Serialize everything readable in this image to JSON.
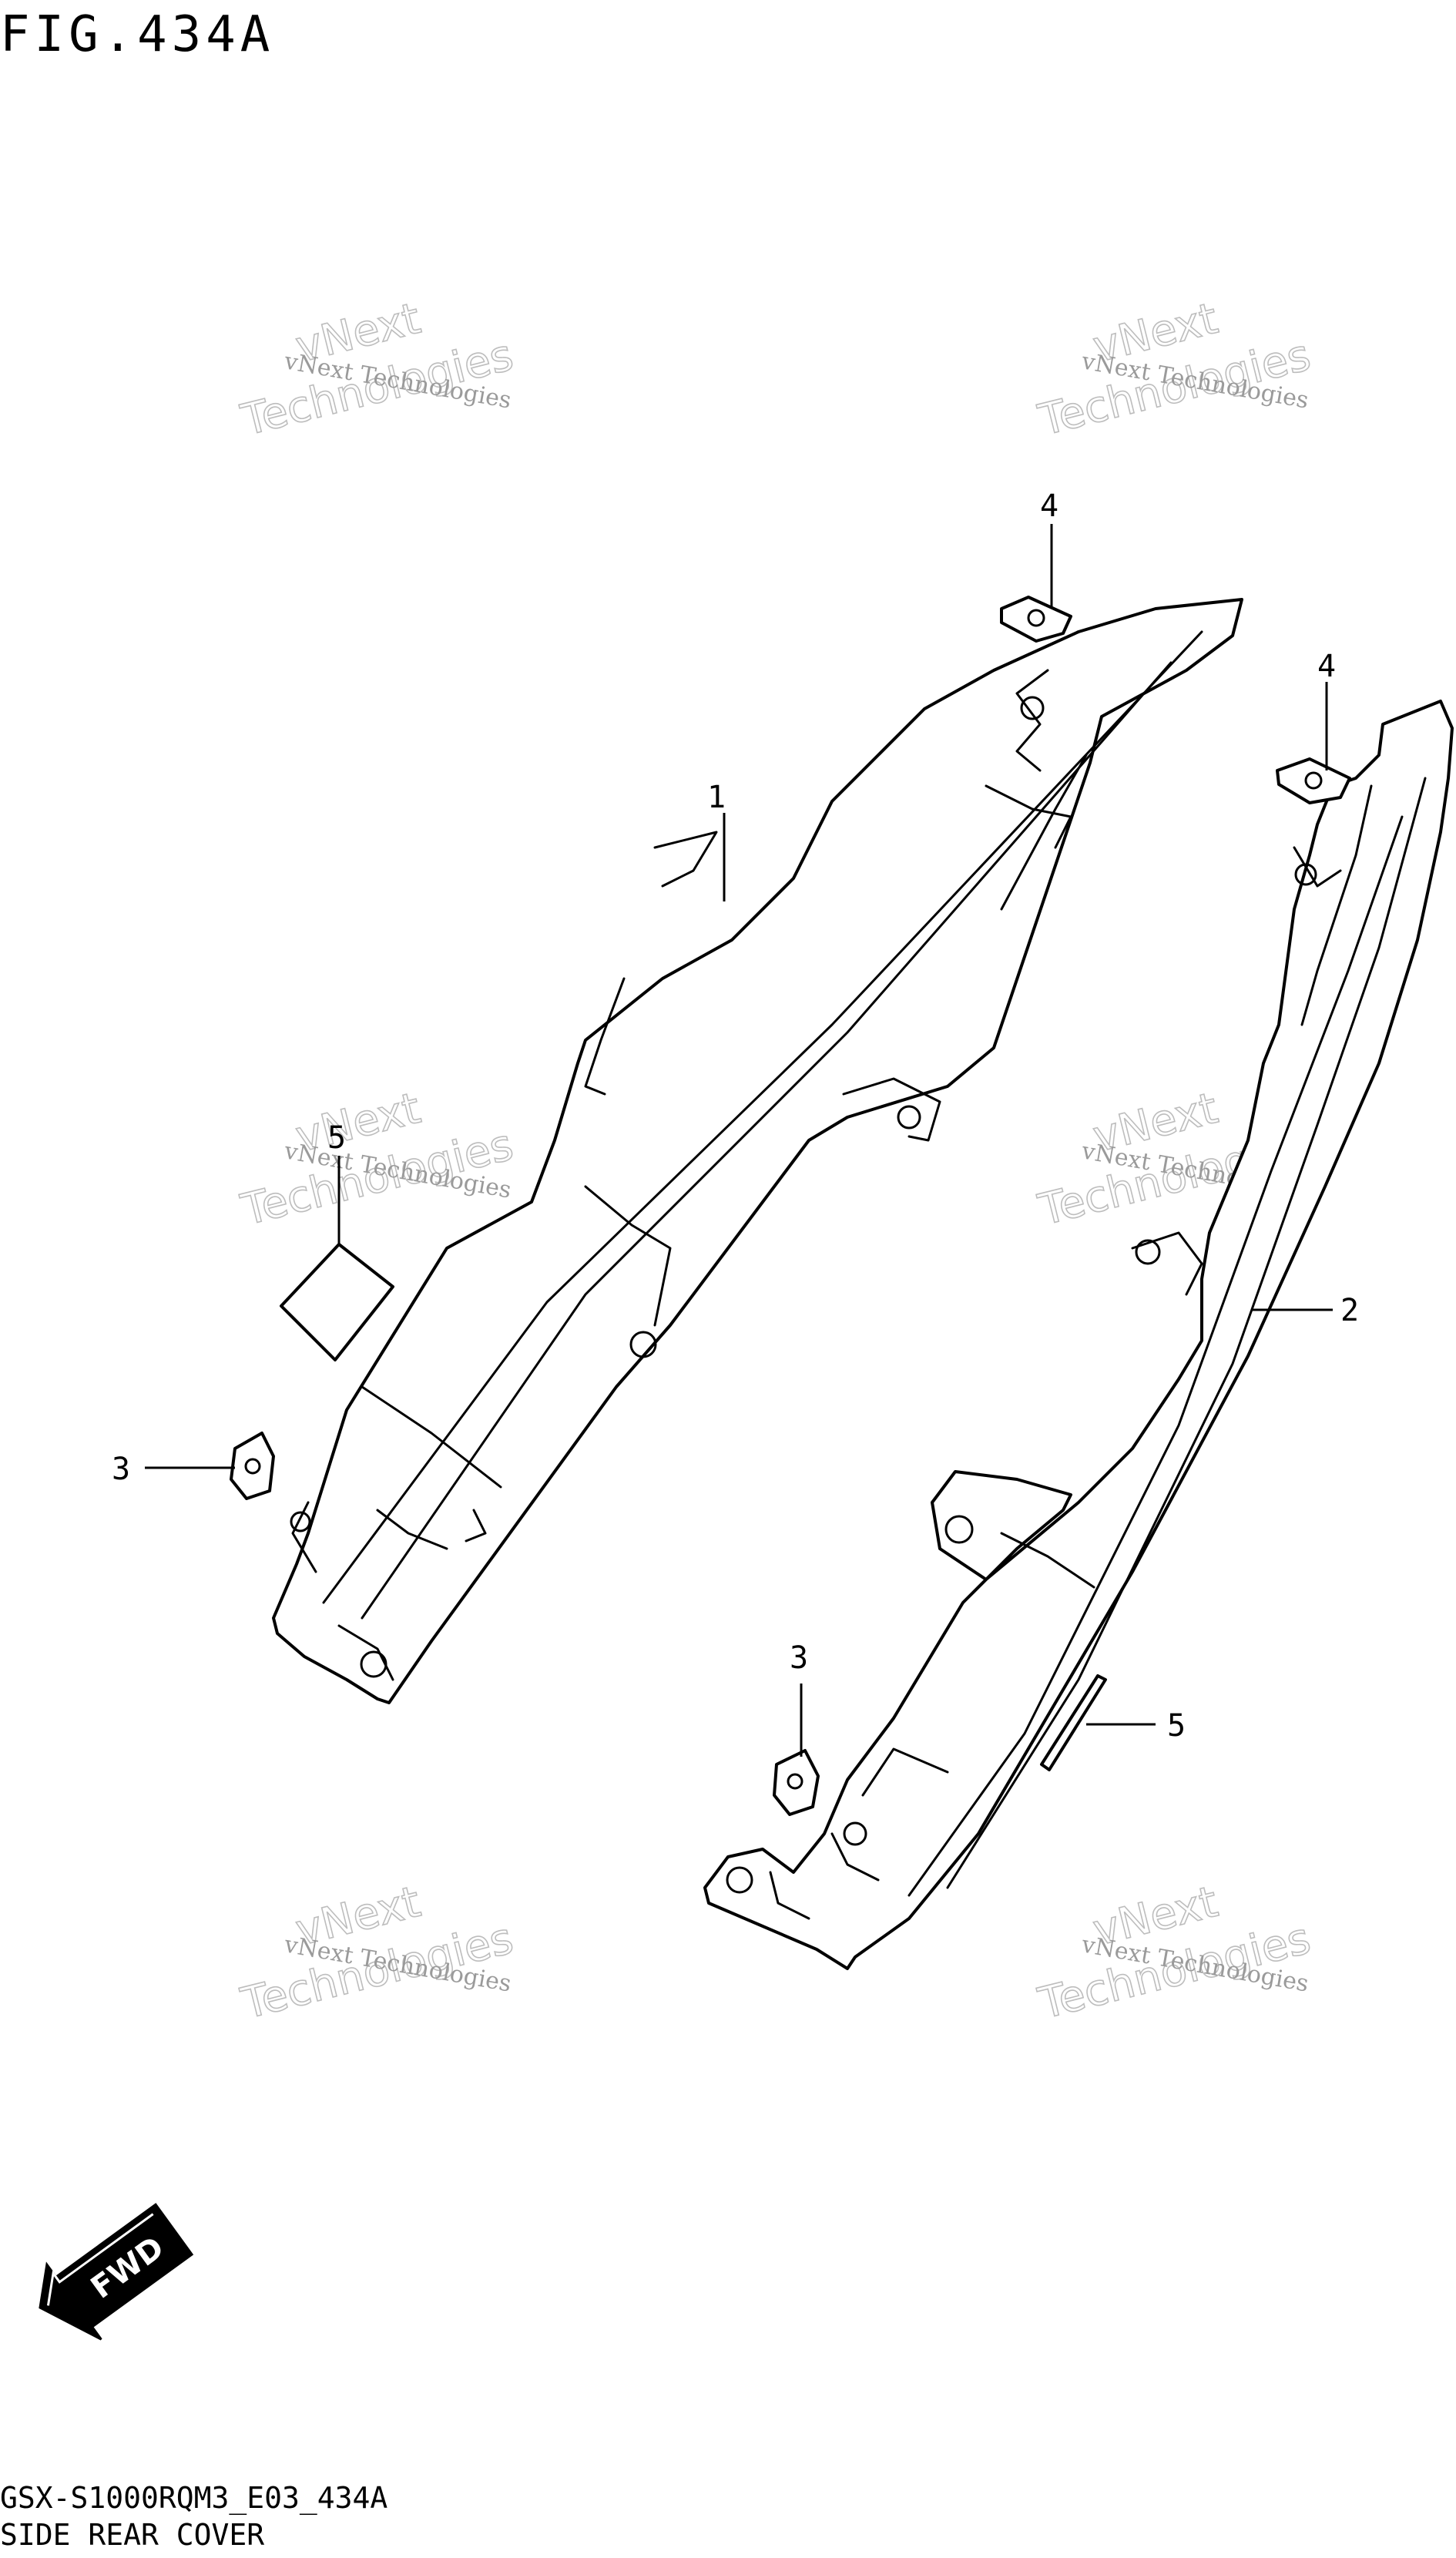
{
  "figure": {
    "title": "FIG.434A",
    "model_code": "GSX-S1000RQM3_E03_434A",
    "part_group": "SIDE REAR COVER"
  },
  "callouts": [
    {
      "id": "1",
      "label": "1"
    },
    {
      "id": "2",
      "label": "2"
    },
    {
      "id": "3a",
      "label": "3"
    },
    {
      "id": "3b",
      "label": "3"
    },
    {
      "id": "4a",
      "label": "4"
    },
    {
      "id": "4b",
      "label": "4"
    },
    {
      "id": "5a",
      "label": "5"
    },
    {
      "id": "5b",
      "label": "5"
    }
  ],
  "watermark": {
    "line_small": "vNext Technologies",
    "line_big_a": "vNext",
    "line_big_b": "Technologies"
  },
  "fwd_label": "FWD"
}
